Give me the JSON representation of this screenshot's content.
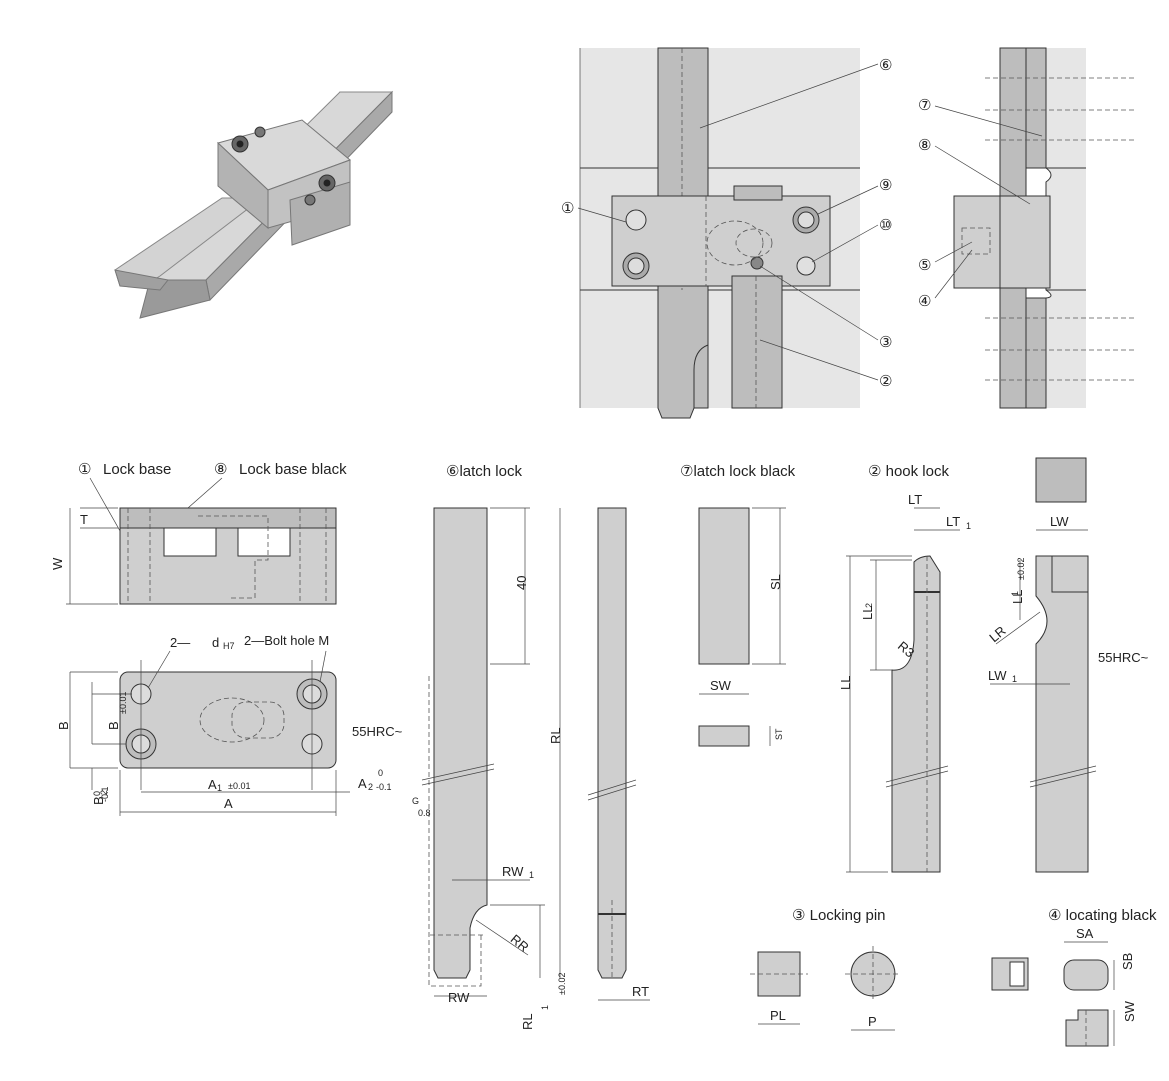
{
  "callouts": {
    "c1": "①",
    "c2": "②",
    "c3": "③",
    "c4": "④",
    "c5": "⑤",
    "c6": "⑥",
    "c7": "⑦",
    "c8": "⑧",
    "c9": "⑨",
    "c10": "⑩"
  },
  "lock_base": {
    "num1": "①",
    "label1": "Lock base",
    "num8": "⑧",
    "label8": "Lock base black",
    "dim_T": "T",
    "dim_W": "W",
    "holes_count1": "2—",
    "hole_d": "d",
    "hole_d_tol": "H7",
    "bolt_hole": "2—Bolt hole M",
    "dim_B": "B",
    "dim_B1": "B",
    "dim_B1_sub": "1",
    "dim_B1_tol": "±0.01",
    "dim_A1": "A",
    "dim_A1_sub": "1",
    "dim_A1_tol": "±0.01",
    "dim_A2": "A",
    "dim_A2_sub": "2",
    "dim_A2_tol_up": "0",
    "dim_A2_tol_low": "-0.1",
    "dim_A": "A",
    "dim_B2": "B",
    "dim_B2_sub": "2",
    "dim_B2_tol_up": "0",
    "dim_B2_tol_low": "-0.1"
  },
  "latch_lock": {
    "title": "⑥latch lock",
    "dim_40": "40",
    "dim_RL": "RL",
    "hrc": "55HRC~",
    "dim_RW1": "RW",
    "dim_RW1_sub": "1",
    "dim_RR": "RR",
    "dim_RW": "RW",
    "dim_RL1": "RL",
    "dim_RL1_sub": "1",
    "dim_RL1_tol": "±0.02",
    "dim_RT": "RT",
    "surf_G": "G",
    "surf_08": "0.8"
  },
  "latch_lock_black": {
    "title": "⑦latch lock black",
    "dim_SL": "SL",
    "dim_SW": "SW",
    "dim_ST": "ST"
  },
  "hook_lock": {
    "title": "② hook lock",
    "dim_LT": "LT",
    "dim_LT1": "LT",
    "dim_LT1_sub": "1",
    "dim_LL2": "LL",
    "dim_LL2_sub": "2",
    "dim_R3": "R3",
    "dim_LL": "LL",
    "dim_LW": "LW",
    "dim_LL1": "LL",
    "dim_LL1_sub": "1",
    "dim_LL1_tol": "±0.02",
    "dim_LR": "LR",
    "dim_LW1": "LW",
    "dim_LW1_sub": "1",
    "hrc": "55HRC~"
  },
  "locking_pin": {
    "title": "③ Locking pin",
    "dim_PL": "PL",
    "dim_P": "P"
  },
  "locating_black": {
    "title": "④ locating black",
    "dim_SA": "SA",
    "dim_SB": "SB",
    "dim_SW": "SW"
  }
}
